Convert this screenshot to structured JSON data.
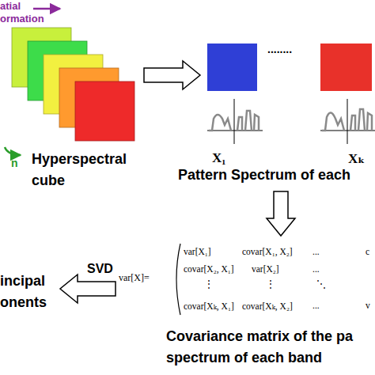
{
  "diagram": {
    "nodes": [
      {
        "text": [
          "Hyperspectral cube"
        ]
      },
      {
        "text": [
          "Pattern Spectrum of each"
        ]
      },
      {
        "text": [
          "Covariance matrix of the pa spectrum of each band"
        ]
      },
      {
        "text": [
          "incipal onents"
        ]
      }
    ],
    "edges": [
      {
        "from": 0,
        "to": 1,
        "arrow": "to"
      },
      {
        "from": 1,
        "to": 2,
        "arrow": "to"
      },
      {
        "from": 2,
        "to": 3,
        "label": "SVD",
        "arrow": "to"
      }
    ],
    "labels": [
      "atial ormation",
      "n",
      "X₁",
      "........",
      "Xₖ",
      "var[X]=",
      "var[X₁]",
      "covar[X₁, X₂]",
      "...",
      "c",
      "covar[X₂, X₁]",
      "var[X₂]",
      "...",
      "⋮",
      "⋮",
      "⋱",
      "covar[Xₖ, X₁]",
      "covar[Xₖ, X₂]",
      "...",
      "v"
    ]
  }
}
